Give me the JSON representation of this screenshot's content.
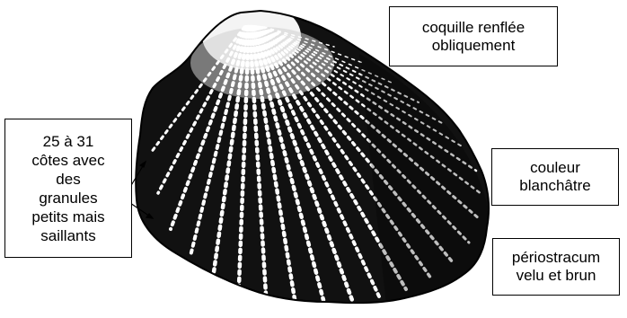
{
  "labels": {
    "coquille": [
      "coquille renflée",
      "obliquement"
    ],
    "cotes": [
      "25 à 31",
      "côtes avec",
      "des",
      "granules",
      "petits mais",
      "saillants"
    ],
    "couleur": [
      "couleur",
      "blanchâtre"
    ],
    "periostracum": [
      "périostracum",
      "velu et brun"
    ]
  },
  "illustration": {
    "subject": "cockle-shell-engraving",
    "ink_color": "#000000",
    "shell_highlight_color": "#ffffff"
  }
}
